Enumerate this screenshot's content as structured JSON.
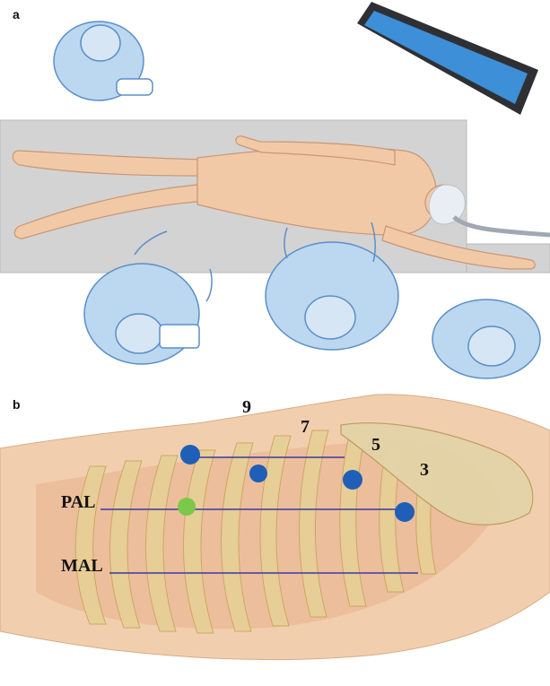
{
  "panel_a": {
    "label": "a"
  },
  "panel_b": {
    "label": "b",
    "rib_numbers": [
      "9",
      "7",
      "5",
      "3"
    ],
    "line_labels": {
      "pal": "PAL",
      "mal": "MAL"
    },
    "colors": {
      "port_blue": "#1f5fb8",
      "port_green": "#7cc84a",
      "guide_line": "#3a3aa0"
    }
  }
}
